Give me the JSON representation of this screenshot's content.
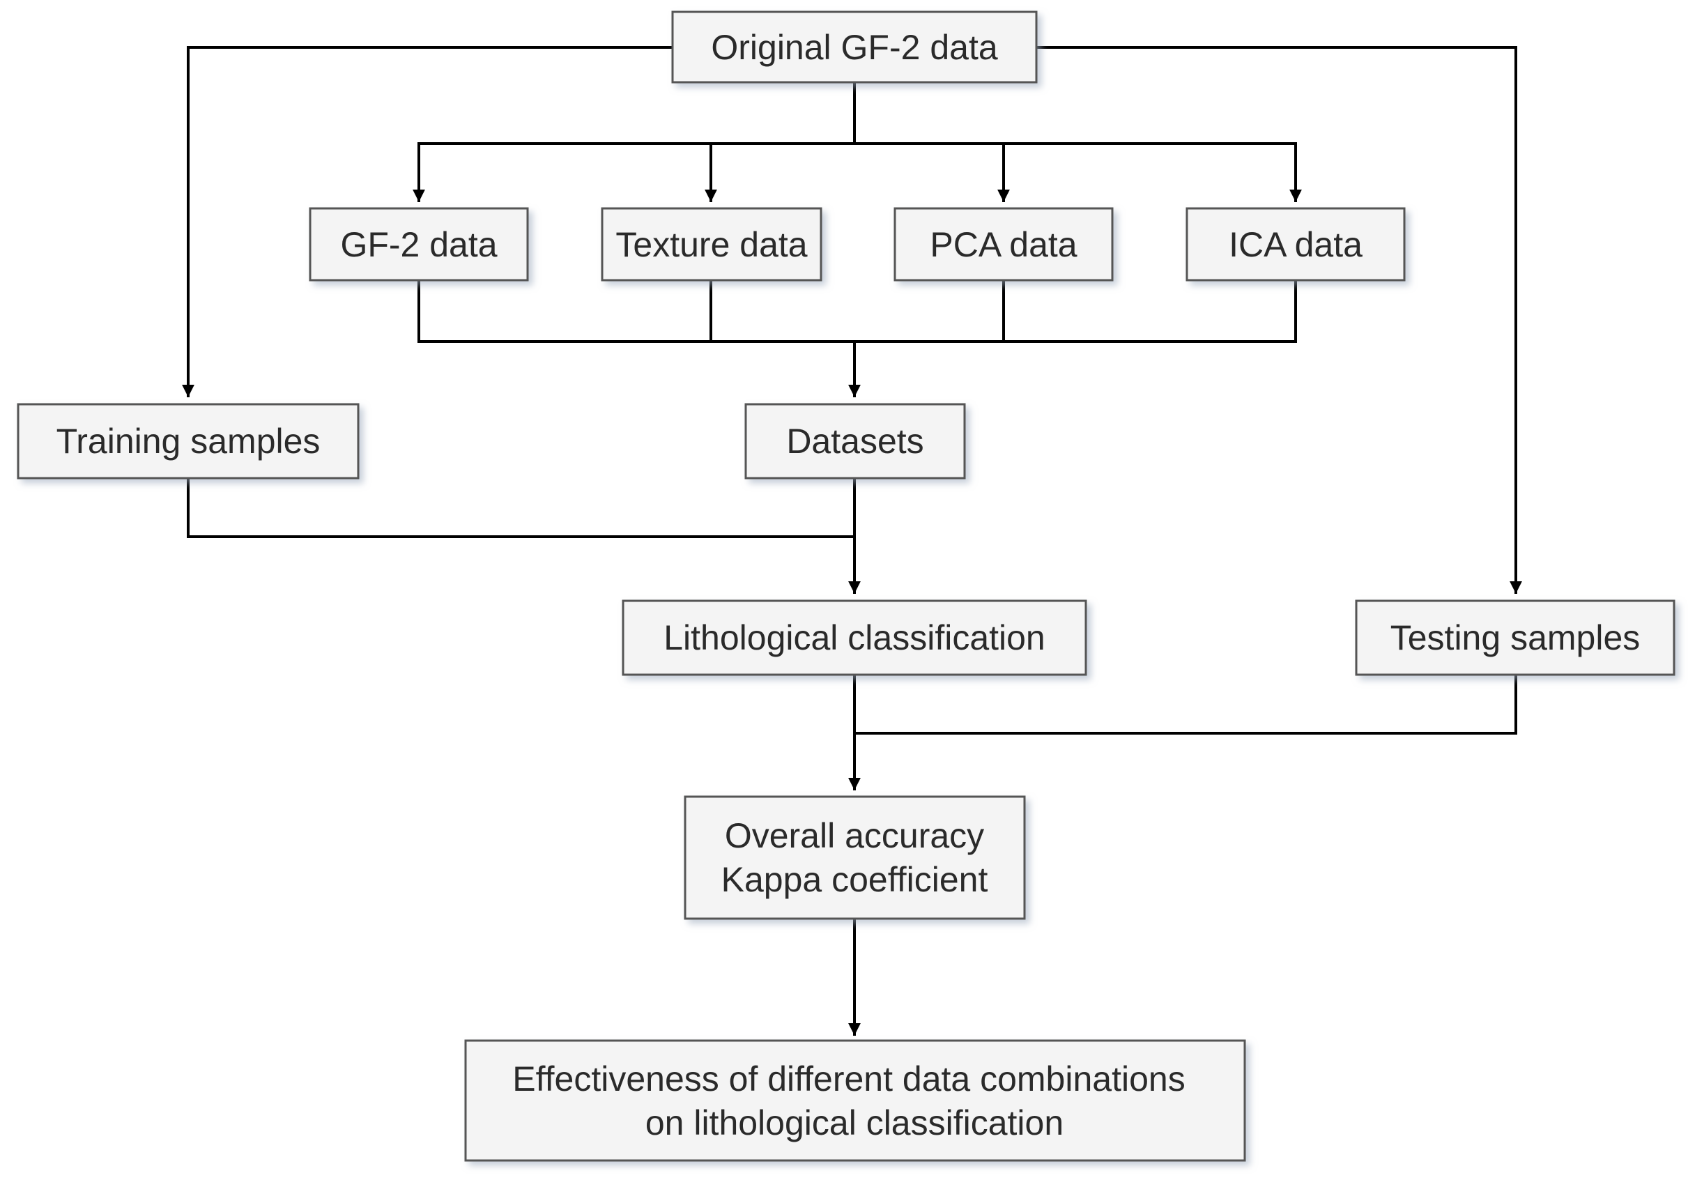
{
  "nodes": {
    "original": "Original GF-2 data",
    "gf2": "GF-2 data",
    "texture": "Texture data",
    "pca": "PCA data",
    "ica": "ICA data",
    "training": "Training samples",
    "datasets": "Datasets",
    "lithological": "Lithological classification",
    "testing": "Testing samples",
    "accuracy": [
      "Overall accuracy",
      "Kappa coefficient"
    ],
    "effectiveness": [
      "Effectiveness of different data combinations",
      "on lithological classification"
    ]
  }
}
